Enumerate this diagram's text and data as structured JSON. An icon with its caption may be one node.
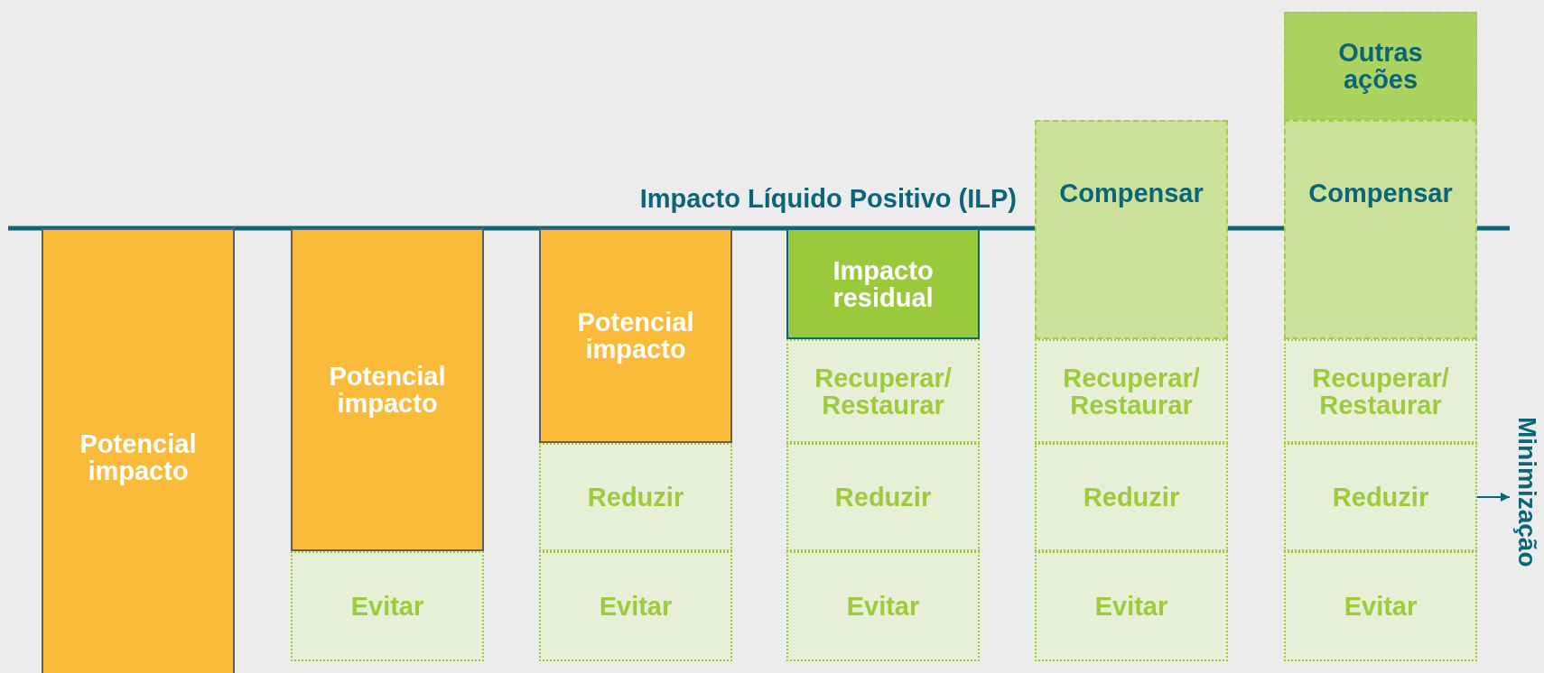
{
  "diagram": {
    "nodes": [
      {
        "text": [
          "Potencial impacto"
        ]
      },
      {
        "text": [
          "Potencial impacto"
        ]
      },
      {
        "text": [
          "Evitar"
        ]
      },
      {
        "text": [
          "Potencial impacto"
        ]
      },
      {
        "text": [
          "Reduzir"
        ]
      },
      {
        "text": [
          "Evitar"
        ]
      },
      {
        "text": [
          "Impacto residual"
        ]
      },
      {
        "text": [
          "Recuperar/ Restaurar"
        ]
      },
      {
        "text": [
          "Reduzir"
        ]
      },
      {
        "text": [
          "Evitar"
        ]
      },
      {
        "text": [
          "Compensar"
        ]
      },
      {
        "text": [
          "Recuperar/ Restaurar"
        ]
      },
      {
        "text": [
          "Reduzir"
        ]
      },
      {
        "text": [
          "Evitar"
        ]
      },
      {
        "text": [
          "Outras ações"
        ]
      },
      {
        "text": [
          "Compensar"
        ]
      },
      {
        "text": [
          "Recuperar/ Restaurar"
        ]
      },
      {
        "text": [
          "Reduzir"
        ]
      },
      {
        "text": [
          "Evitar"
        ]
      },
      {
        "text": [
          "Minimização"
        ]
      }
    ],
    "edges": [
      {
        "from": 17,
        "to": 19,
        "arrow": "to"
      }
    ],
    "labels": [
      "Impacto Líquido Positivo (ILP)"
    ]
  }
}
